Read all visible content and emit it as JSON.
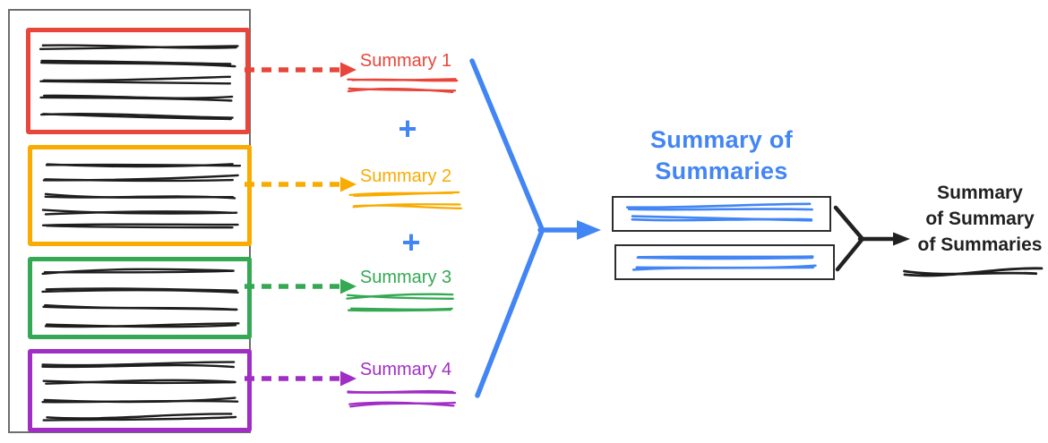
{
  "colors": {
    "red": "#E8463A",
    "orange": "#F9AB00",
    "green": "#34A853",
    "purple": "#A02EC4",
    "blue": "#4285F4",
    "ink": "#212121",
    "scribble_ink": "#1e1e1e",
    "stack_border": "#6e6e6e"
  },
  "document_stack": {
    "documents": [
      {
        "name": "document-1",
        "color_key": "red",
        "text_line_count": 5
      },
      {
        "name": "document-2",
        "color_key": "orange",
        "text_line_count": 5
      },
      {
        "name": "document-3",
        "color_key": "green",
        "text_line_count": 4
      },
      {
        "name": "document-4",
        "color_key": "purple",
        "text_line_count": 4
      }
    ]
  },
  "summaries": [
    {
      "label": "Summary 1",
      "color_key": "red",
      "scribble_line_count": 2
    },
    {
      "label": "Summary 2",
      "color_key": "orange",
      "scribble_line_count": 2
    },
    {
      "label": "Summary 3",
      "color_key": "green",
      "scribble_line_count": 2
    },
    {
      "label": "Summary 4",
      "color_key": "purple",
      "scribble_line_count": 2
    }
  ],
  "plus_sign": "+",
  "intermediate": {
    "title": "Summary of Summaries",
    "title_lines": [
      "Summary of",
      "Summaries"
    ],
    "box_count": 2,
    "box_scribble_line_count": 2
  },
  "final": {
    "title": "Summary of Summary of Summaries",
    "title_lines": [
      "Summary",
      "of Summary",
      "of Summaries"
    ],
    "scribble_line_count": 1
  }
}
